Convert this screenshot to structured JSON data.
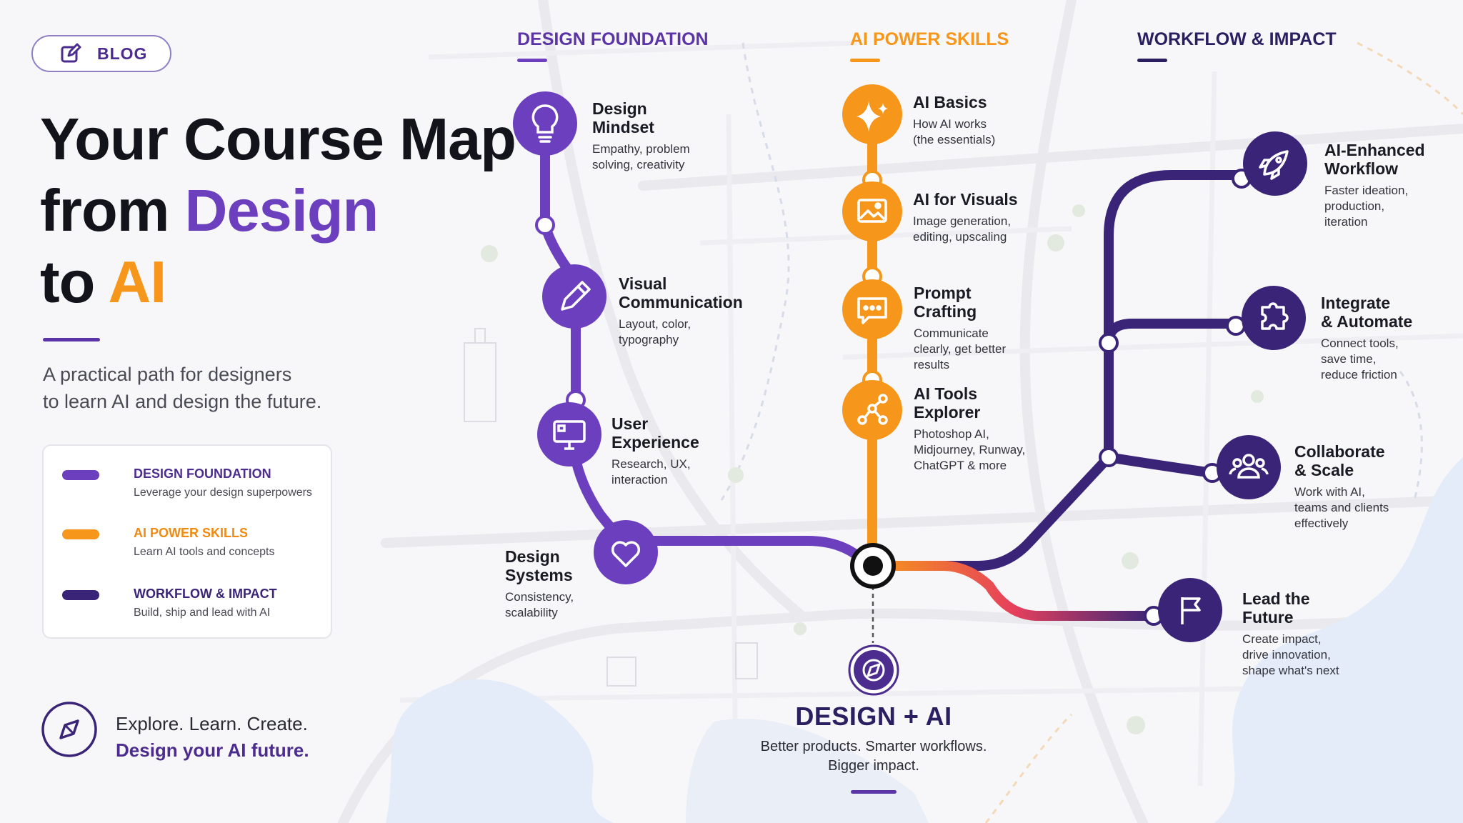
{
  "blog": {
    "label": "BLOG"
  },
  "title": {
    "line1": "Your Course Map",
    "line2_prefix": "from ",
    "line2_highlight": "Design",
    "line3_prefix": "to ",
    "line3_highlight": "AI"
  },
  "subtitle": {
    "line1": "A practical path for designers",
    "line2": "to learn AI and design the future."
  },
  "legend": [
    {
      "name": "DESIGN FOUNDATION",
      "desc": "Leverage your design superpowers",
      "color": "#6b3fbe"
    },
    {
      "name": "AI POWER SKILLS",
      "desc": "Learn AI tools and concepts",
      "color": "#f6961a"
    },
    {
      "name": "WORKFLOW & IMPACT",
      "desc": "Build, ship and lead with AI",
      "color": "#3a2478"
    }
  ],
  "tagline": {
    "line1": "Explore. Learn. Create.",
    "line2": "Design your AI future."
  },
  "columns": {
    "design": "DESIGN FOUNDATION",
    "ai": "AI POWER SKILLS",
    "workflow": "WORKFLOW & IMPACT"
  },
  "colors": {
    "design": "#6b3fbe",
    "ai": "#f6961a",
    "workflow": "#3a2478",
    "title_dark": "#13131b"
  },
  "stops": {
    "design_mindset": {
      "title": [
        "Design",
        "Mindset"
      ],
      "desc": [
        "Empathy, problem",
        "solving, creativity"
      ],
      "icon": "lightbulb-icon"
    },
    "visual_communication": {
      "title": [
        "Visual",
        "Communication"
      ],
      "desc": [
        "Layout, color,",
        "typography"
      ],
      "icon": "pencil-icon"
    },
    "user_experience": {
      "title": [
        "User",
        "Experience"
      ],
      "desc": [
        "Research, UX,",
        "interaction"
      ],
      "icon": "monitor-icon"
    },
    "design_systems": {
      "title": [
        "Design",
        "Systems"
      ],
      "desc": [
        "Consistency,",
        "scalability"
      ],
      "icon": "heart-icon"
    },
    "ai_basics": {
      "title": [
        "AI Basics"
      ],
      "desc": [
        "How AI works",
        "(the essentials)"
      ],
      "icon": "sparkle-icon"
    },
    "ai_visuals": {
      "title": [
        "AI for Visuals"
      ],
      "desc": [
        "Image generation,",
        "editing, upscaling"
      ],
      "icon": "image-icon"
    },
    "prompt_crafting": {
      "title": [
        "Prompt",
        "Crafting"
      ],
      "desc": [
        "Communicate",
        "clearly, get better",
        "results"
      ],
      "icon": "chat-icon"
    },
    "ai_tools": {
      "title": [
        "AI Tools",
        "Explorer"
      ],
      "desc": [
        "Photoshop AI,",
        "Midjourney, Runway,",
        "ChatGPT & more"
      ],
      "icon": "network-icon"
    },
    "ai_workflow": {
      "title": [
        "AI-Enhanced",
        "Workflow"
      ],
      "desc": [
        "Faster ideation,",
        "production,",
        "iteration"
      ],
      "icon": "rocket-icon"
    },
    "integrate": {
      "title": [
        "Integrate",
        "& Automate"
      ],
      "desc": [
        "Connect tools,",
        "save time,",
        "reduce friction"
      ],
      "icon": "puzzle-icon"
    },
    "collaborate": {
      "title": [
        "Collaborate",
        "& Scale"
      ],
      "desc": [
        "Work with AI,",
        "teams and clients",
        "effectively"
      ],
      "icon": "team-icon"
    },
    "lead": {
      "title": [
        "Lead the",
        "Future"
      ],
      "desc": [
        "Create impact,",
        "drive innovation,",
        "shape what's next"
      ],
      "icon": "flag-icon"
    }
  },
  "hub": {
    "title": "DESIGN + AI",
    "desc": [
      "Better products. Smarter workflows.",
      "Bigger impact."
    ],
    "icon": "compass-icon"
  }
}
